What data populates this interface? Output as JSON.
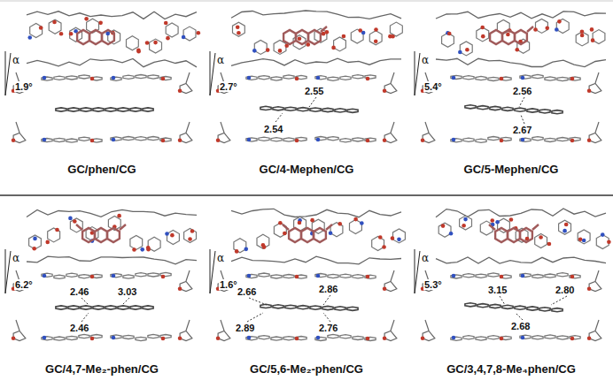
{
  "diagram": {
    "labels": [
      "α",
      "1.9°",
      "GC/phen/CG",
      "α",
      "2.7°",
      "2.55",
      "2.54",
      "GC/4-Mephen/CG",
      "α",
      "5.4°",
      "2.56",
      "2.67",
      "GC/5-Mephen/CG",
      "α",
      "6.2°",
      "2.46",
      "3.03",
      "2.46",
      "GC/4,7-Me₂-phen/CG",
      "α",
      "1.6°",
      "2.66",
      "2.86",
      "2.89",
      "2.76",
      "GC/5,6-Me₂-phen/CG",
      "α",
      "5.3°",
      "3.15",
      "2.80",
      "2.68",
      "GC/3,4,7,8-Me₄phen/CG"
    ]
  }
}
